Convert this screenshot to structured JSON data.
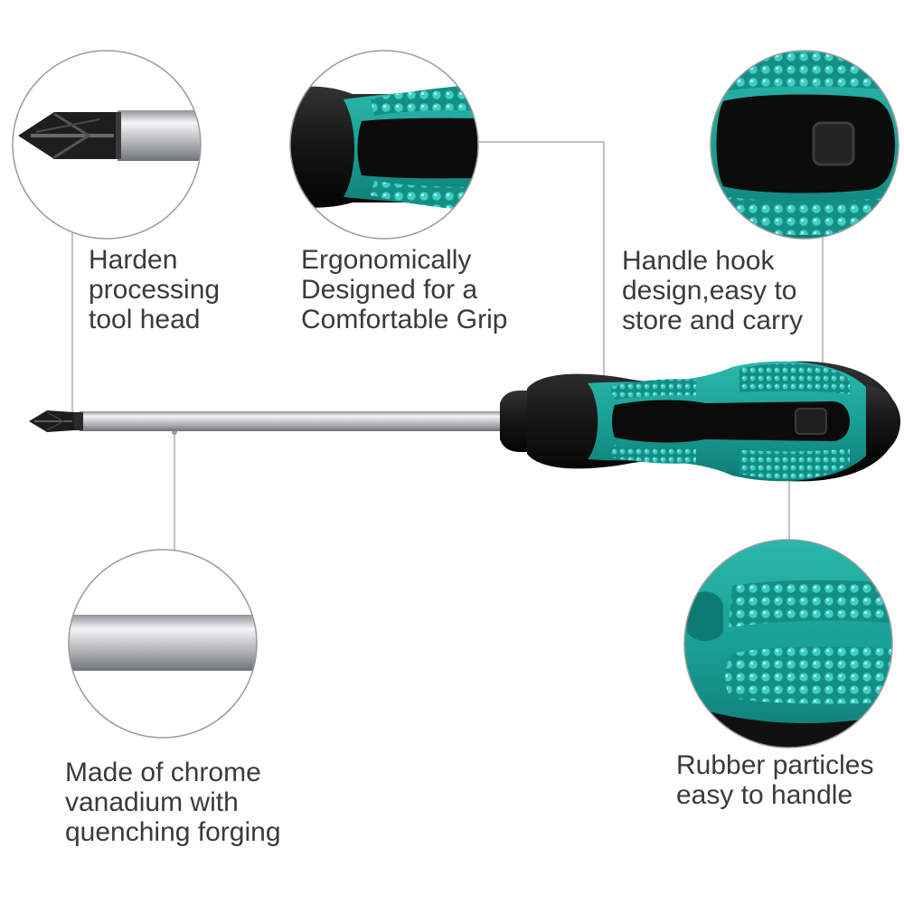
{
  "callouts": {
    "tool_head": {
      "lines": [
        "Harden",
        "processing",
        "tool head"
      ]
    },
    "grip": {
      "lines": [
        "Ergonomically",
        "Designed for a",
        "Comfortable Grip"
      ]
    },
    "hook": {
      "lines": [
        "Handle hook",
        "design,easy to",
        "store and carry"
      ]
    },
    "material": {
      "lines": [
        "Made of chrome",
        "vanadium with",
        "quenching forging"
      ]
    },
    "rubber": {
      "lines": [
        "Rubber particles",
        "easy to handle"
      ]
    }
  },
  "colors": {
    "teal": "#1aa39a",
    "teal_dark": "#0f7f78",
    "teal_light": "#3cc3b8",
    "black_rubber": "#141414",
    "chrome": "#c9ccd0",
    "circle_stroke": "#9a9a9a",
    "leader_line": "#9a9a9a",
    "text": "#3a3a3a"
  }
}
